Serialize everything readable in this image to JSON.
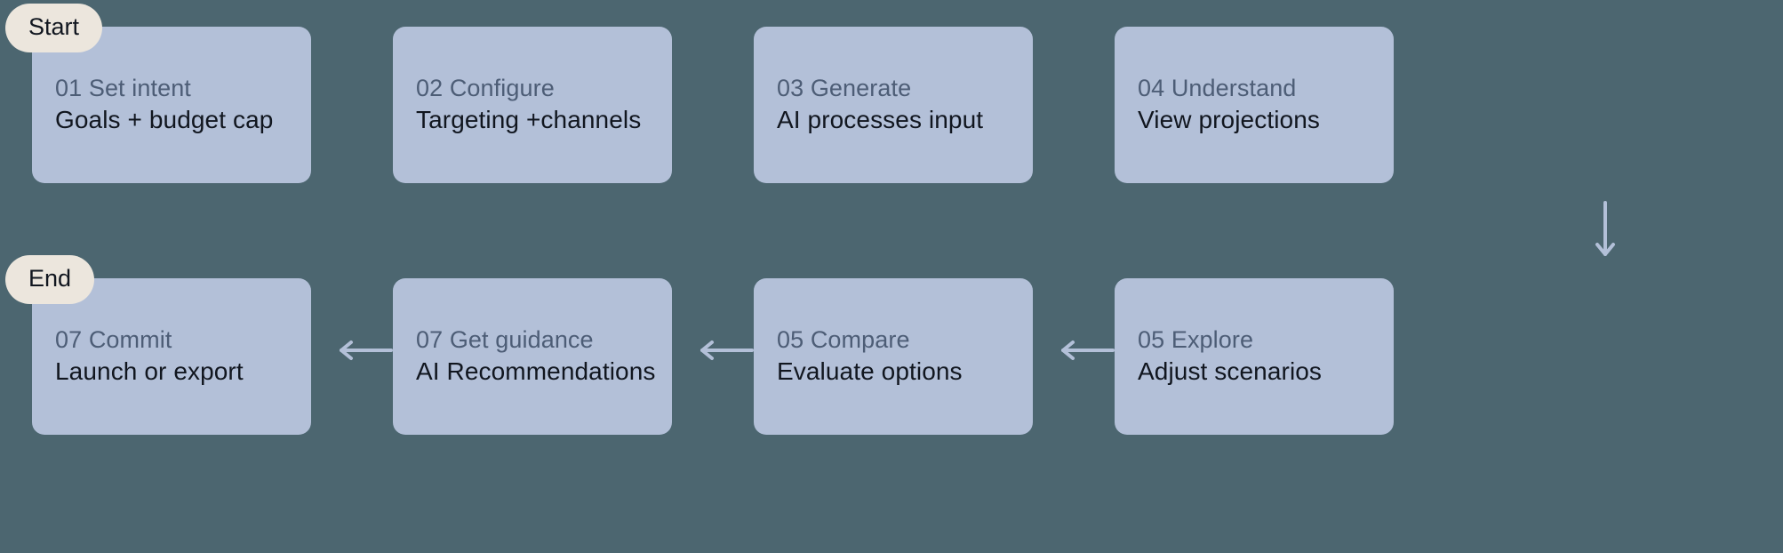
{
  "diagram": {
    "background_color": "#4c6670",
    "node_color": "#b3c0d8",
    "badge_color": "#ece6dd",
    "arrow_color": "#b3c0d8",
    "title_color": "#4d5d76",
    "subtitle_color": "#11161f"
  },
  "badges": {
    "start": "Start",
    "end": "End"
  },
  "nodes": [
    {
      "title": "01 Set intent",
      "subtitle": "Goals + budget cap"
    },
    {
      "title": "02 Configure",
      "subtitle": "Targeting +channels"
    },
    {
      "title": "03 Generate",
      "subtitle": "AI processes input"
    },
    {
      "title": "04 Understand",
      "subtitle": "View projections"
    },
    {
      "title": "05 Explore",
      "subtitle": "Adjust scenarios"
    },
    {
      "title": "05 Compare",
      "subtitle": "Evaluate options"
    },
    {
      "title": "07 Get guidance",
      "subtitle": "AI Recommendations"
    },
    {
      "title": "07 Commit",
      "subtitle": "Launch or export"
    }
  ],
  "connectors": [
    {
      "name": "arrow-node1-to-node2",
      "direction": "right"
    },
    {
      "name": "arrow-node2-to-node3",
      "direction": "right"
    },
    {
      "name": "arrow-node3-to-node4",
      "direction": "right"
    },
    {
      "name": "arrow-node4-to-node5",
      "direction": "down"
    },
    {
      "name": "arrow-node5-to-node6",
      "direction": "left"
    },
    {
      "name": "arrow-node6-to-node7",
      "direction": "left"
    },
    {
      "name": "arrow-node7-to-node8",
      "direction": "left"
    }
  ]
}
